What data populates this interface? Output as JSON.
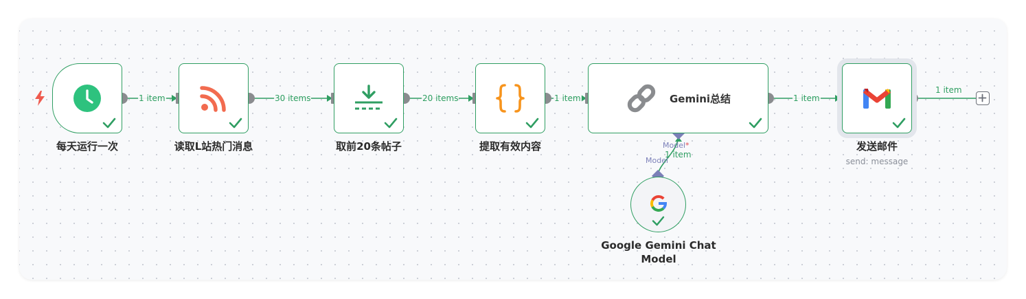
{
  "nodes": {
    "schedule": {
      "label": "每天运行一次",
      "icon": "clock-icon"
    },
    "rss": {
      "label": "读取L站热门消息",
      "icon": "rss-icon"
    },
    "limit": {
      "label": "取前20条帖子",
      "icon": "limit-icon"
    },
    "extract": {
      "label": "提取有效内容",
      "icon": "code-braces-icon"
    },
    "gemini": {
      "title": "Gemini总结",
      "icon": "chain-link-icon"
    },
    "gmail": {
      "label": "发送邮件",
      "sublabel": "send: message",
      "icon": "gmail-icon"
    },
    "model": {
      "label_line1": "Google Gemini Chat",
      "label_line2": "Model",
      "icon": "google-g-icon"
    }
  },
  "edges": {
    "schedule_rss": "1 item",
    "rss_limit": "30 items",
    "limit_extract": "20 items",
    "extract_gemini": "1 item",
    "gemini_gmail": "1 item",
    "gmail_out": "1 item",
    "model_gemini": "1 item"
  },
  "ports": {
    "gemini_model": "Model",
    "gemini_model_required": "*",
    "model_out": "Model"
  },
  "colors": {
    "success": "#2f9e62",
    "port": "#8a8c8f",
    "ai_port": "#7b7fb8",
    "clock": "#2ec27e",
    "rss": "#f26b4f",
    "braces": "#f7941d",
    "trigger": "#ef5a4e"
  }
}
